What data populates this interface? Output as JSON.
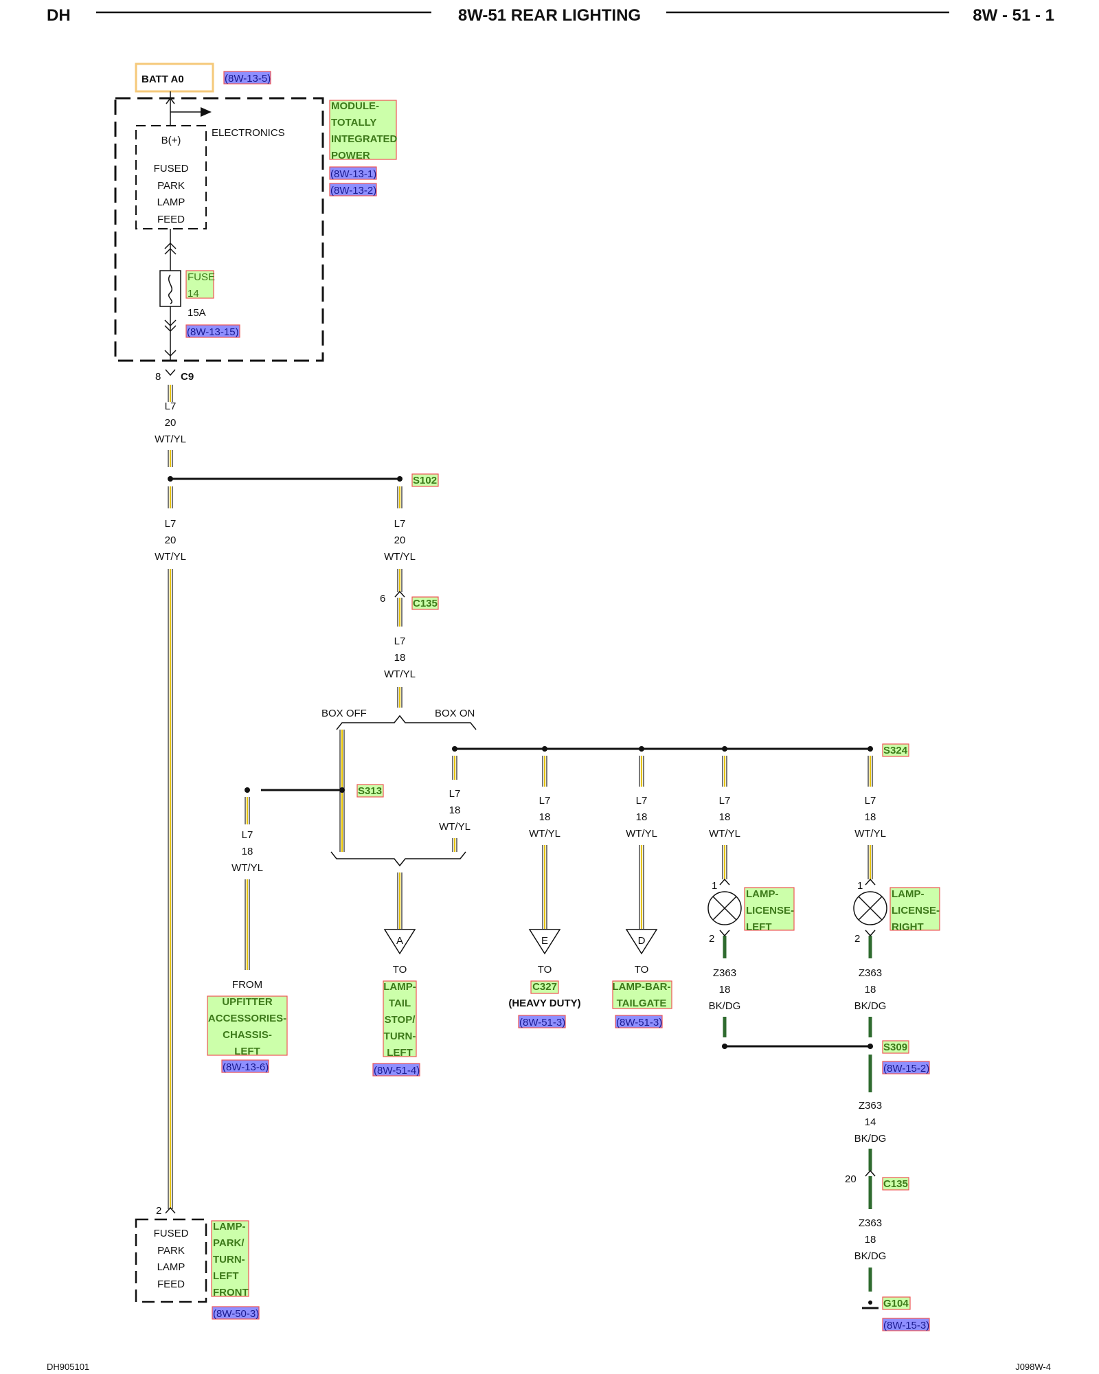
{
  "header": {
    "left": "DH",
    "title": "8W-51 REAR LIGHTING",
    "page": "8W - 51 - 1"
  },
  "footer": {
    "left": "DH905101",
    "right": "J098W-4"
  },
  "batt": {
    "label": "BATT A0",
    "ref": "(8W-13-5)"
  },
  "module": {
    "name_lines": [
      "MODULE-",
      "TOTALLY",
      "INTEGRATED",
      "POWER"
    ],
    "refs": [
      "(8W-13-1)",
      "(8W-13-2)"
    ],
    "electronics": "ELECTRONICS",
    "bplus": "B(+)",
    "feed_lines": [
      "FUSED",
      "PARK",
      "LAMP",
      "FEED"
    ],
    "fuse_lines": [
      "FUSE",
      "14"
    ],
    "fuse_rating": "15A",
    "fuse_ref": "(8W-13-15)"
  },
  "c9": {
    "pin": "8",
    "name": "C9"
  },
  "wires": {
    "l7_20": [
      "L7",
      "20",
      "WT/YL"
    ],
    "l7_18": [
      "L7",
      "18",
      "WT/YL"
    ],
    "z363_18": [
      "Z363",
      "18",
      "BK/DG"
    ],
    "z363_14": [
      "Z363",
      "14",
      "BK/DG"
    ]
  },
  "splices": {
    "s102": "S102",
    "s313": "S313",
    "s324": "S324",
    "s309": "S309",
    "s309_ref": "(8W-15-2)"
  },
  "c135_top": {
    "pin": "6",
    "name": "C135"
  },
  "box": {
    "off": "BOX OFF",
    "on": "BOX ON"
  },
  "arrows": {
    "a": "A",
    "e": "E",
    "d": "D"
  },
  "from_upfitter": {
    "word": "FROM",
    "lines": [
      "UPFITTER",
      "ACCESSORIES-",
      "CHASSIS-",
      "LEFT"
    ],
    "ref": "(8W-13-6)"
  },
  "to_tail": {
    "word": "TO",
    "lines": [
      "LAMP-",
      "TAIL",
      "STOP/",
      "TURN-",
      "LEFT"
    ],
    "ref": "(8W-51-4)"
  },
  "to_c327": {
    "word": "TO",
    "name": "C327",
    "sub": "(HEAVY DUTY)",
    "ref": "(8W-51-3)"
  },
  "to_tailgate": {
    "word": "TO",
    "lines": [
      "LAMP-BAR-",
      "TAILGATE"
    ],
    "ref": "(8W-51-3)"
  },
  "lamp_left": {
    "lines": [
      "LAMP-",
      "LICENSE-",
      "LEFT"
    ],
    "pin1": "1",
    "pin2": "2"
  },
  "lamp_right": {
    "lines": [
      "LAMP-",
      "LICENSE-",
      "RIGHT"
    ],
    "pin1": "1",
    "pin2": "2"
  },
  "c135_bottom": {
    "pin": "20",
    "name": "C135"
  },
  "ground": {
    "name": "G104",
    "ref": "(8W-15-3)"
  },
  "front_lamp": {
    "pin": "2",
    "feed_lines": [
      "FUSED",
      "PARK",
      "LAMP",
      "FEED"
    ],
    "name_lines": [
      "LAMP-",
      "PARK/",
      "TURN-",
      "LEFT",
      "FRONT"
    ],
    "ref": "(8W-50-3)"
  },
  "colors": {
    "wt_yl_stripe": "#e6c300",
    "bk_dg": "#2f6b2f",
    "callout_fill": "#ccffaa",
    "ref_fill": "#8f8fff"
  }
}
